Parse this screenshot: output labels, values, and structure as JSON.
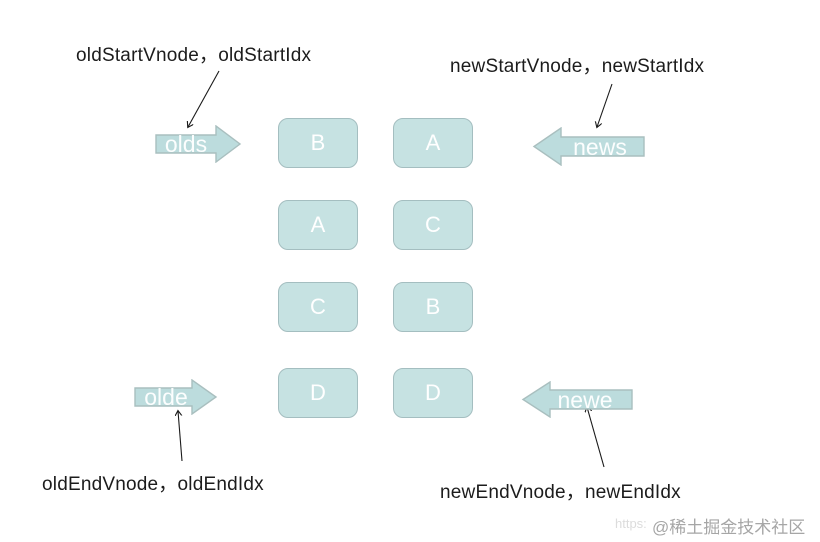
{
  "labels": {
    "top_left": "oldStartVnode，oldStartIdx",
    "top_right": "newStartVnode，newStartIdx",
    "bottom_left": "oldEndVnode，oldEndIdx",
    "bottom_right": "newEndVnode，newEndIdx"
  },
  "pointers": {
    "olds": "olds",
    "news": "news",
    "olde": "olde",
    "newe": "newe"
  },
  "columns": {
    "old": [
      "B",
      "A",
      "C",
      "D"
    ],
    "new": [
      "A",
      "C",
      "B",
      "D"
    ]
  },
  "watermark": {
    "url_fragment": "https:",
    "text": "@稀土掘金技术社区"
  },
  "colors": {
    "node_fill": "#c6e2e2",
    "node_border": "#a4bec0",
    "arrow_fill": "#bcdcdd",
    "arrow_border": "#a9bfbf",
    "label_text": "#1c1c1c",
    "node_text": "#ffffff",
    "watermark_text": "#a6a6a6"
  }
}
